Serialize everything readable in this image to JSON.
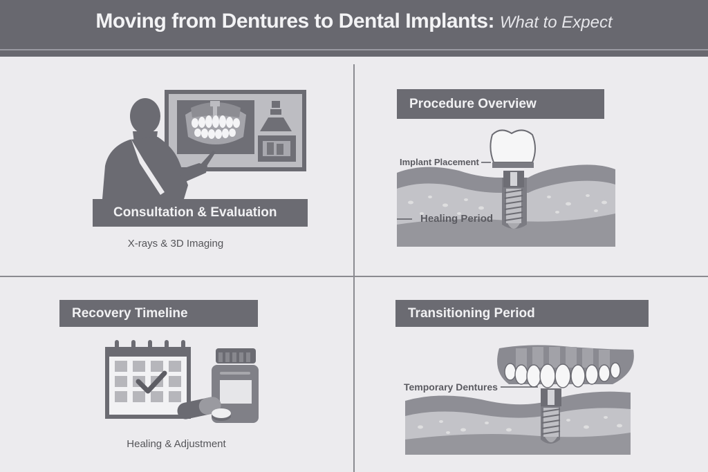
{
  "header": {
    "title": "Moving from Dentures to Dental Implants:",
    "subtitle": "What to Expect"
  },
  "panels": [
    {
      "id": "consultation",
      "banner": "Consultation & Evaluation",
      "caption": "X-rays & 3D Imaging",
      "icon": "dentist-presenting-xray-icon"
    },
    {
      "id": "procedure",
      "banner": "Procedure Overview",
      "labels": [
        "Implant Placement",
        "Healing Period"
      ],
      "icon": "dental-implant-diagram-icon"
    },
    {
      "id": "recovery",
      "banner": "Recovery Timeline",
      "caption": "Healing & Adjustment",
      "icon": "calendar-medication-icon"
    },
    {
      "id": "transition",
      "banner": "Transitioning Period",
      "labels": [
        "Temporary Dentures"
      ],
      "icon": "denture-over-implant-icon"
    }
  ],
  "colors": {
    "header": "#68686f",
    "banner": "#6b6b72",
    "background": "#ecebee",
    "divider": "#8a8a90"
  }
}
